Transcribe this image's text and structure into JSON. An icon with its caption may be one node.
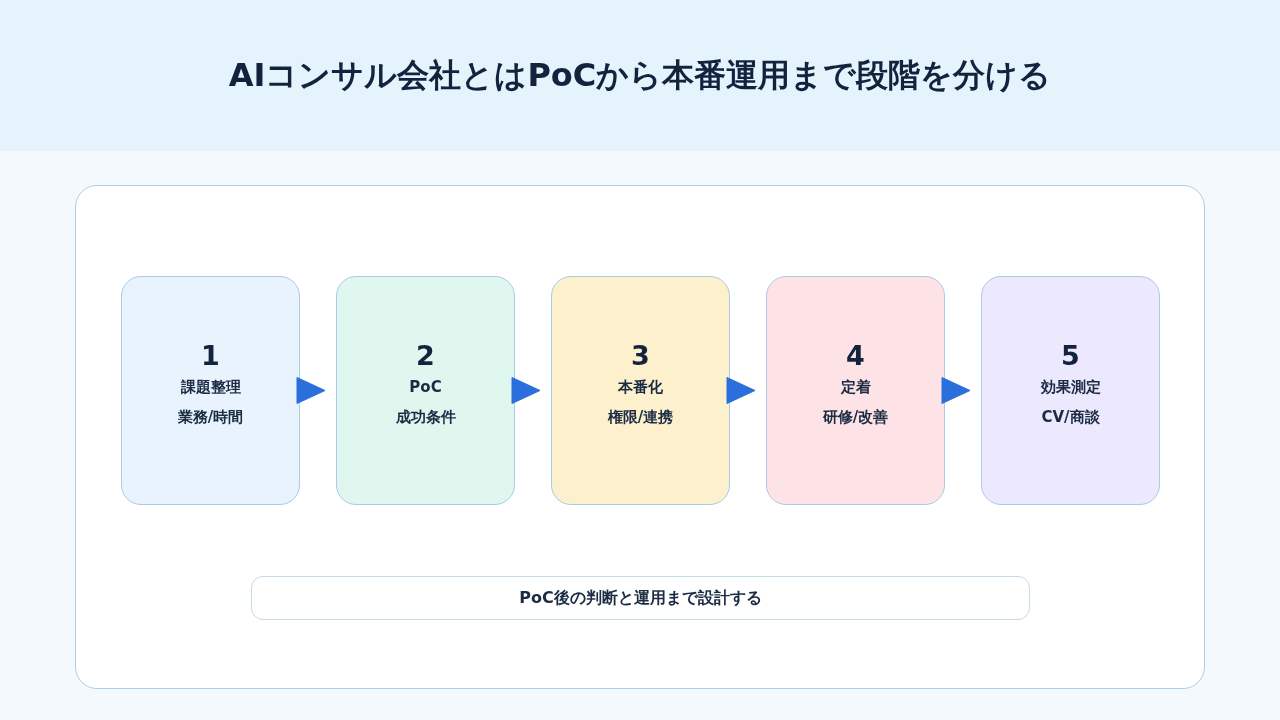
{
  "diagram": {
    "title": "AIコンサル会社とはPoCから本番運用まで段階を分ける",
    "nodes": [
      {
        "text": [
          "1",
          "課題整理",
          "業務/時間"
        ]
      },
      {
        "text": [
          "2",
          "PoC",
          "成功条件"
        ]
      },
      {
        "text": [
          "3",
          "本番化",
          "権限/連携"
        ]
      },
      {
        "text": [
          "4",
          "定着",
          "研修/改善"
        ]
      },
      {
        "text": [
          "5",
          "効果測定",
          "CV/商談"
        ]
      },
      {
        "text": [
          "PoC後の判断と運用まで設計する"
        ]
      }
    ],
    "edges": [
      {
        "from": 0,
        "to": 1,
        "arrow": "to"
      },
      {
        "from": 1,
        "to": 2,
        "arrow": "to"
      },
      {
        "from": 2,
        "to": 3,
        "arrow": "to"
      },
      {
        "from": 3,
        "to": 4,
        "arrow": "to"
      }
    ]
  }
}
